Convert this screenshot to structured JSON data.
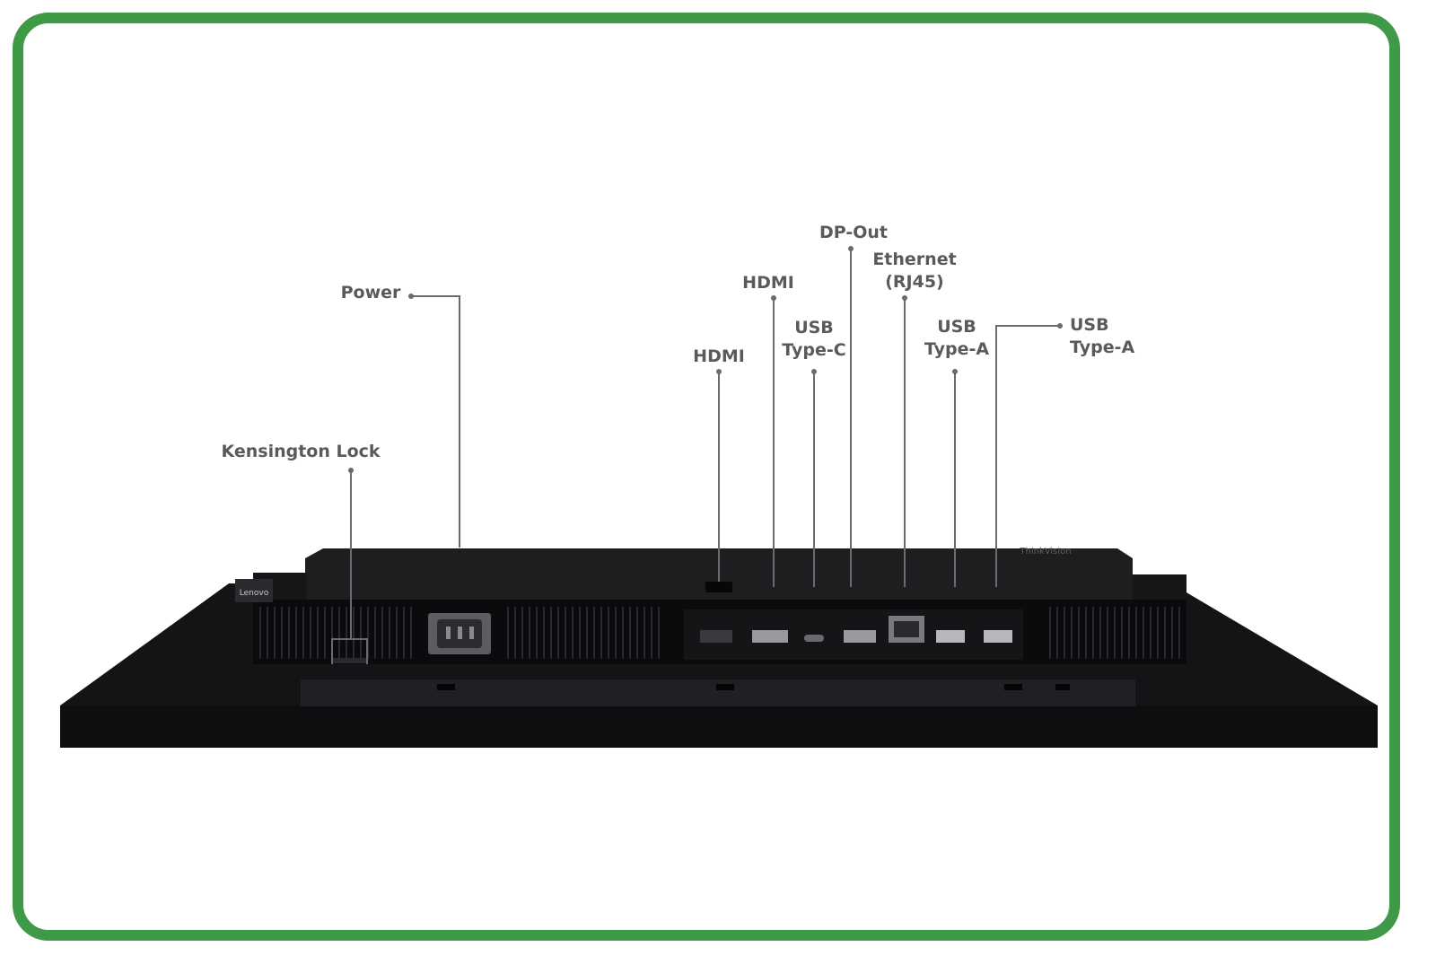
{
  "diagram": {
    "colors": {
      "frame": "#3f9a47",
      "leader_line": "#6b6b6f",
      "label_text": "#5a5a5e",
      "device_body": "#141416",
      "device_panel": "#1e1e21"
    },
    "device": {
      "brand_badge": "Lenovo",
      "model_badge": "ThinkVision"
    },
    "labels": {
      "kensington_lock": "Kensington Lock",
      "power": "Power",
      "hdmi_1": "HDMI",
      "hdmi_2": "HDMI",
      "usb_c_line1": "USB",
      "usb_c_line2": "Type-C",
      "dp_out": "DP-Out",
      "ethernet_line1": "Ethernet",
      "ethernet_line2": "(RJ45)",
      "usb_a1_line1": "USB",
      "usb_a1_line2": "Type-A",
      "usb_a2_line1": "USB",
      "usb_a2_line2": "Type-A"
    }
  }
}
